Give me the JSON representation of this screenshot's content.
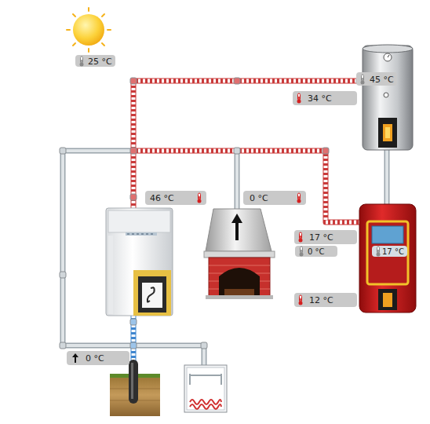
{
  "diagram": {
    "nodes": [
      {
        "text": [
          "25 °C"
        ]
      },
      {
        "text": [
          "45 °C"
        ]
      },
      {
        "text": [
          "34 °C"
        ]
      },
      {
        "text": [
          "46 °C"
        ]
      },
      {
        "text": [
          "0 °C"
        ]
      },
      {
        "text": [
          "17 °C"
        ]
      },
      {
        "text": [
          "17 °C"
        ]
      },
      {
        "text": [
          "0 °C"
        ]
      },
      {
        "text": [
          "12 °C"
        ]
      },
      {
        "text": [
          "0 °C"
        ]
      }
    ]
  }
}
